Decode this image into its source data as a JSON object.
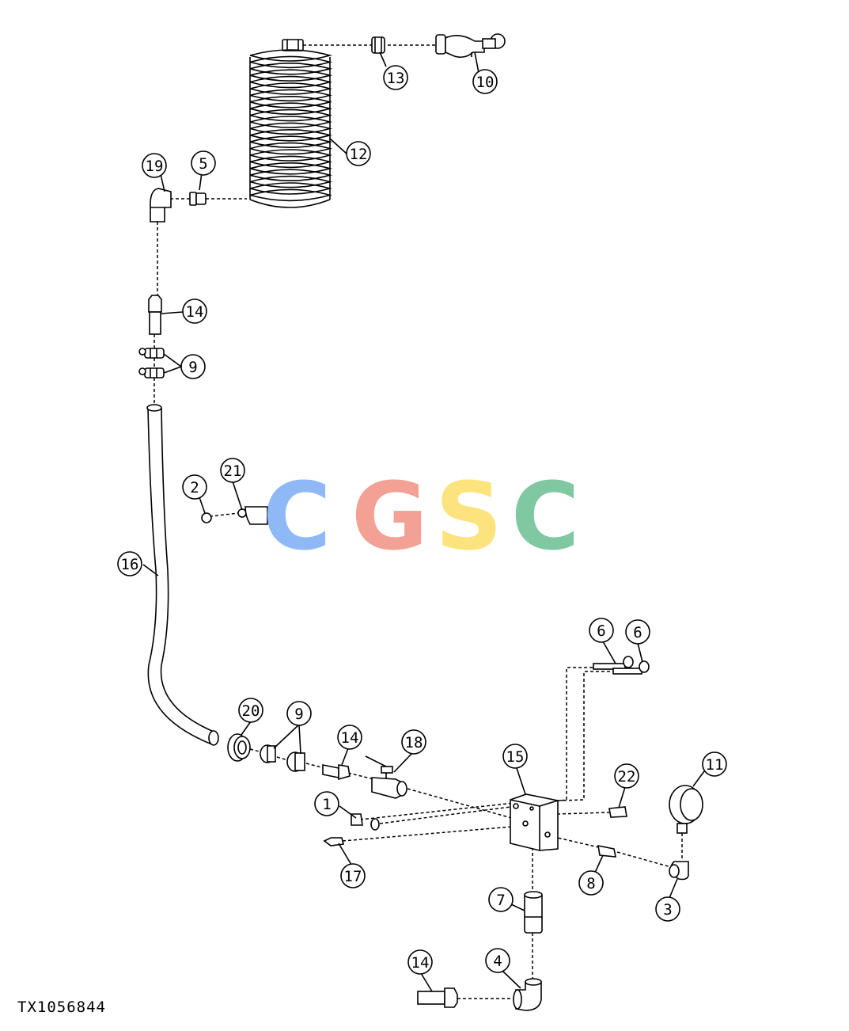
{
  "callouts": [
    "19",
    "5",
    "13",
    "10",
    "12",
    "14",
    "9",
    "21",
    "2",
    "16",
    "20",
    "9",
    "14",
    "18",
    "1",
    "15",
    "17",
    "6",
    "6",
    "22",
    "11",
    "8",
    "3",
    "7",
    "14",
    "4"
  ],
  "reference_id": "TX1056844",
  "watermark": {
    "letters": [
      "C",
      "G",
      "S",
      "C"
    ],
    "colors": [
      "#8fb8f7",
      "#f3a195",
      "#fde37d",
      "#80c8a2"
    ]
  }
}
